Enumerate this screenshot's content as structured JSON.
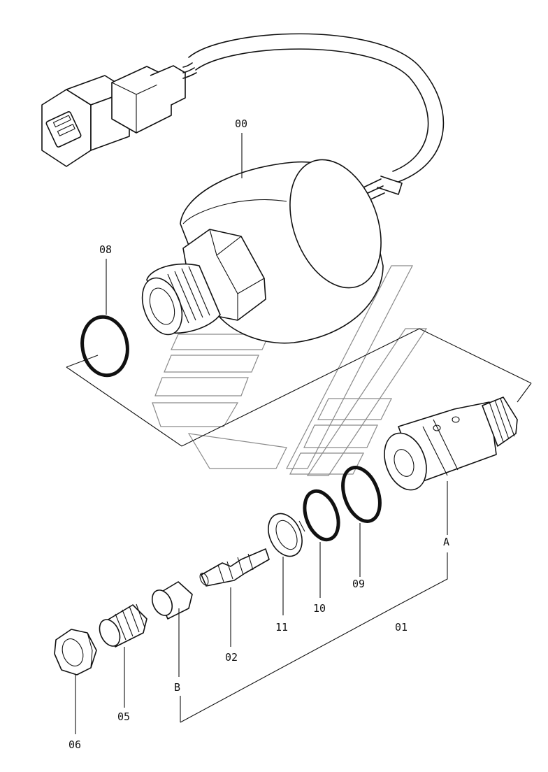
{
  "callouts": {
    "p00": "00",
    "p01": "01",
    "p02": "02",
    "p05": "05",
    "p06": "06",
    "p08": "08",
    "p09": "09",
    "p10": "10",
    "p11": "11",
    "ref_a": "A",
    "ref_b": "B"
  }
}
